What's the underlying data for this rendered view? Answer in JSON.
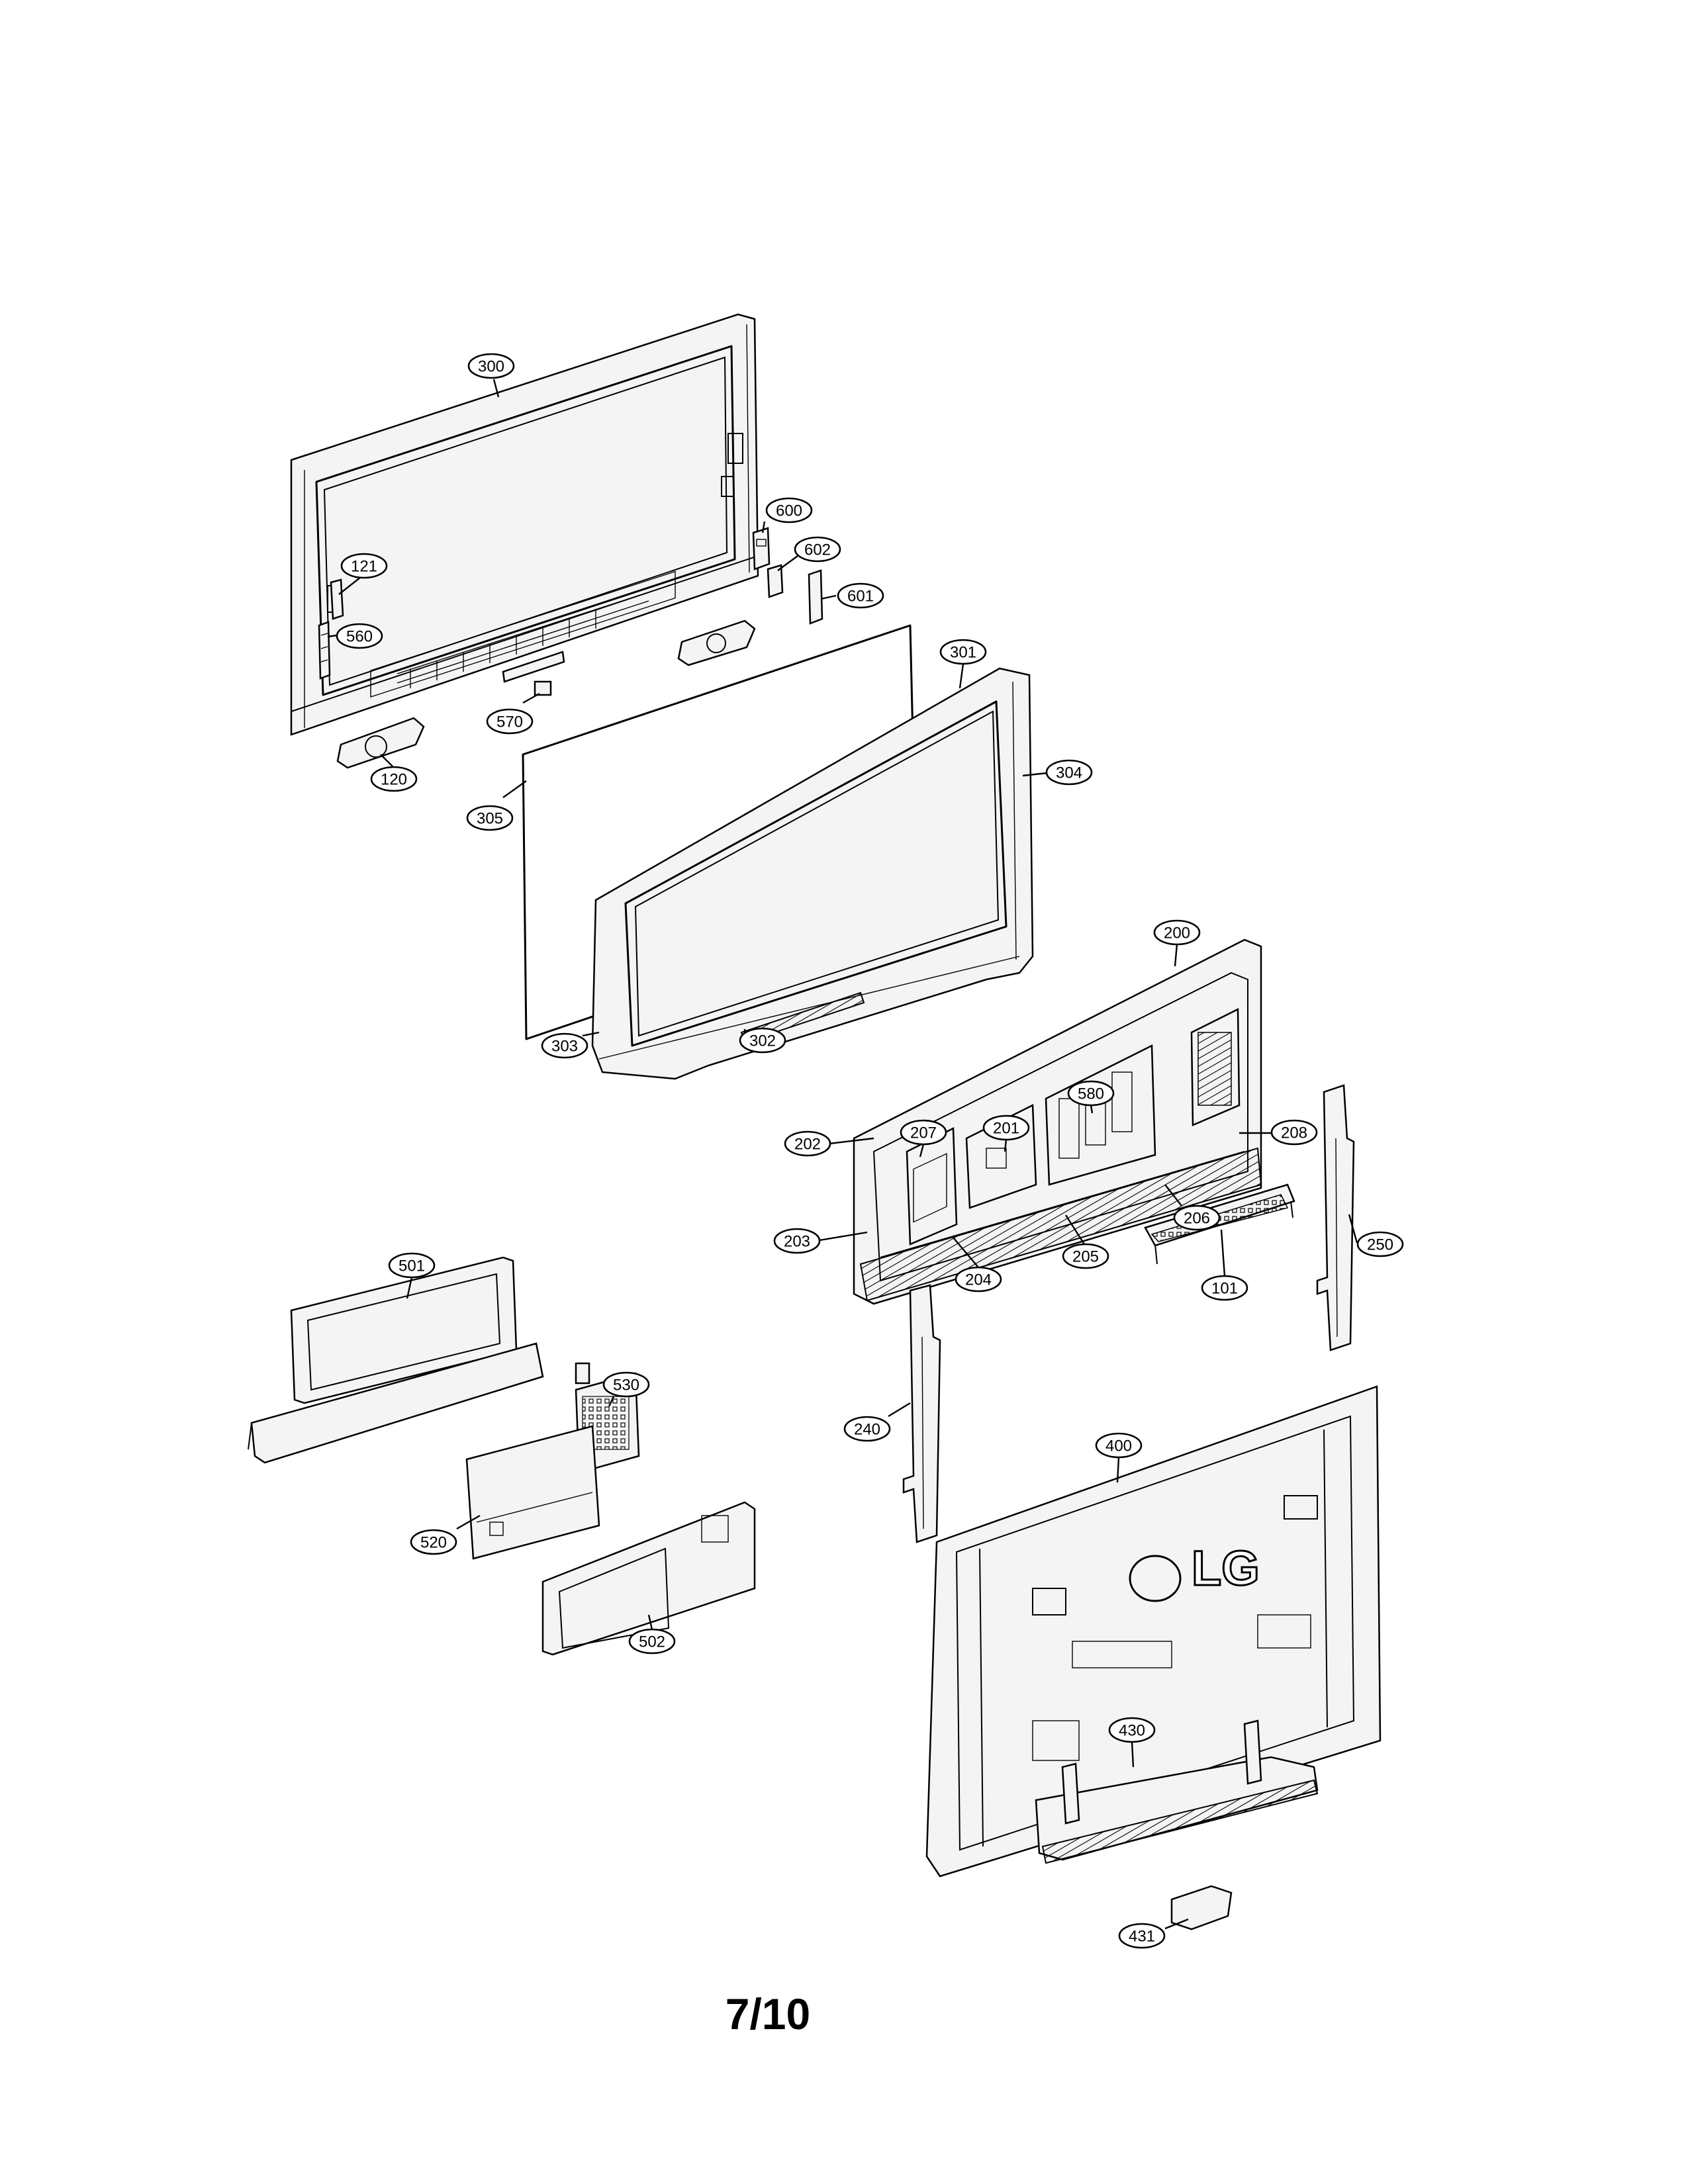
{
  "page_number": "7/10",
  "logo_text": "LG",
  "callouts": [
    {
      "id": "c300",
      "label": "300"
    },
    {
      "id": "c600",
      "label": "600"
    },
    {
      "id": "c602",
      "label": "602"
    },
    {
      "id": "c601",
      "label": "601"
    },
    {
      "id": "c121",
      "label": "121"
    },
    {
      "id": "c560",
      "label": "560"
    },
    {
      "id": "c570",
      "label": "570"
    },
    {
      "id": "c120",
      "label": "120"
    },
    {
      "id": "c301",
      "label": "301"
    },
    {
      "id": "c304",
      "label": "304"
    },
    {
      "id": "c305",
      "label": "305"
    },
    {
      "id": "c303",
      "label": "303"
    },
    {
      "id": "c302",
      "label": "302"
    },
    {
      "id": "c200",
      "label": "200"
    },
    {
      "id": "c580",
      "label": "580"
    },
    {
      "id": "c207",
      "label": "207"
    },
    {
      "id": "c208",
      "label": "208"
    },
    {
      "id": "c201",
      "label": "201"
    },
    {
      "id": "c202",
      "label": "202"
    },
    {
      "id": "c206",
      "label": "206"
    },
    {
      "id": "c203",
      "label": "203"
    },
    {
      "id": "c205",
      "label": "205"
    },
    {
      "id": "c204",
      "label": "204"
    },
    {
      "id": "c250",
      "label": "250"
    },
    {
      "id": "c101",
      "label": "101"
    },
    {
      "id": "c501",
      "label": "501"
    },
    {
      "id": "c530",
      "label": "530"
    },
    {
      "id": "c240",
      "label": "240"
    },
    {
      "id": "c400",
      "label": "400"
    },
    {
      "id": "c520",
      "label": "520"
    },
    {
      "id": "c502",
      "label": "502"
    },
    {
      "id": "c430",
      "label": "430"
    },
    {
      "id": "c431",
      "label": "431"
    }
  ]
}
